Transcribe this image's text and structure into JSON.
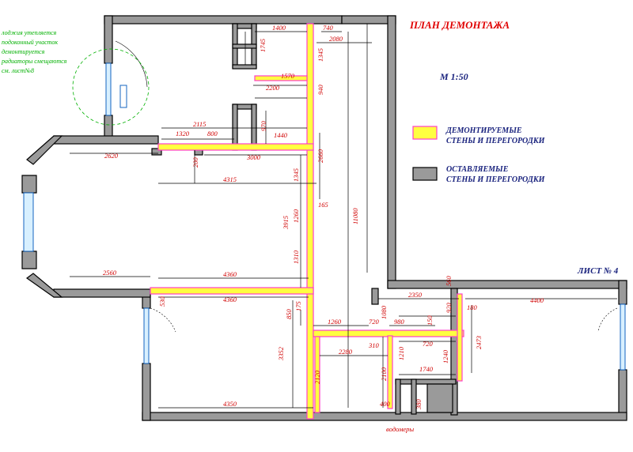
{
  "title": "ПЛАН ДЕМОНТАЖА",
  "scale": "М 1:50",
  "sheet": "ЛИСТ № 4",
  "colors": {
    "title": "#e00000",
    "dims": "#d00000",
    "note": "#00b000",
    "legend": "#1a237e",
    "demo_fill": "#ffff40",
    "demo_edge": "#ff3cc8",
    "wall": "#9a9a9a"
  },
  "legend": {
    "demolish": [
      "ДЕМОНТИРУЕМЫЕ",
      "СТЕНЫ И ПЕРЕГОРОДКИ"
    ],
    "keep": [
      "ОСТАВЛЯЕМЫЕ",
      "СТЕНЫ И ПЕРЕГОРОДКИ"
    ]
  },
  "note": [
    "лоджия утепляется",
    "подоконный участок",
    "демонтируется",
    "радиаторы смещаются",
    "см. лист№8"
  ],
  "bottom_label": "водомеры",
  "dimensions": {
    "d1400": "1400",
    "d740": "740",
    "d2080": "2080",
    "d1745": "1745",
    "d1345a": "1345",
    "d1570": "1570",
    "d2200": "2200",
    "d940": "940",
    "d2115": "2115",
    "d1320": "1320",
    "d800": "800",
    "d970": "970",
    "d1440": "1440",
    "d2620": "2620",
    "d200": "200",
    "d3000": "3000",
    "d2660": "2660",
    "d4315": "4315",
    "d1345b": "1345",
    "d165": "165",
    "d3915": "3915",
    "d1260v": "1260",
    "d11080": "11080",
    "d1310": "1310",
    "d2560": "2560",
    "d4360a": "4360",
    "d4360b": "4360",
    "d530": "530",
    "d850": "850",
    "d175": "175",
    "d3352": "3352",
    "d1260h": "1260",
    "d720a": "720",
    "d1080": "1080",
    "d980": "980",
    "d150": "150",
    "d920": "920",
    "d180": "180",
    "d2350": "2350",
    "d4400": "4400",
    "d560": "560",
    "d310": "310",
    "d720b": "720",
    "d2473": "2473",
    "d2280": "2280",
    "d1210": "1210",
    "d1240": "1240",
    "d1740": "1740",
    "d2120": "2120",
    "d2100": "2100",
    "d4350": "4350",
    "d400": "400",
    "d380": "380"
  }
}
